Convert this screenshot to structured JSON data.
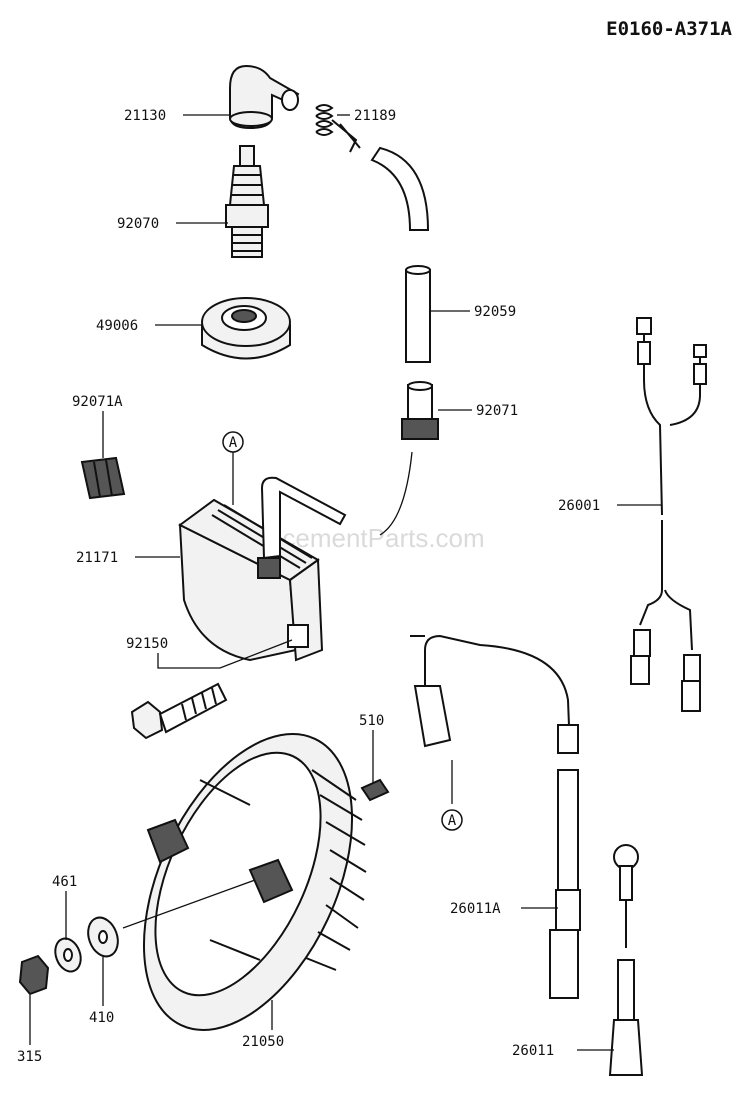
{
  "diagram_code": "E0160-A371A",
  "watermark": "eReplacementParts.com",
  "callout_letter": "A",
  "parts": [
    {
      "id": "21130",
      "name": "plug-cap"
    },
    {
      "id": "21189",
      "name": "spring"
    },
    {
      "id": "92070",
      "name": "spark-plug"
    },
    {
      "id": "92059",
      "name": "tube"
    },
    {
      "id": "49006",
      "name": "cover"
    },
    {
      "id": "92071A",
      "name": "grommet"
    },
    {
      "id": "92071",
      "name": "grommet"
    },
    {
      "id": "21171",
      "name": "ignition-coil"
    },
    {
      "id": "26001",
      "name": "wiring-harness"
    },
    {
      "id": "92150",
      "name": "bolt"
    },
    {
      "id": "510",
      "name": "key"
    },
    {
      "id": "26011A",
      "name": "lead-wire"
    },
    {
      "id": "461",
      "name": "lock-washer"
    },
    {
      "id": "410",
      "name": "washer"
    },
    {
      "id": "315",
      "name": "nut"
    },
    {
      "id": "21050",
      "name": "flywheel"
    },
    {
      "id": "26011",
      "name": "lead-wire"
    }
  ]
}
